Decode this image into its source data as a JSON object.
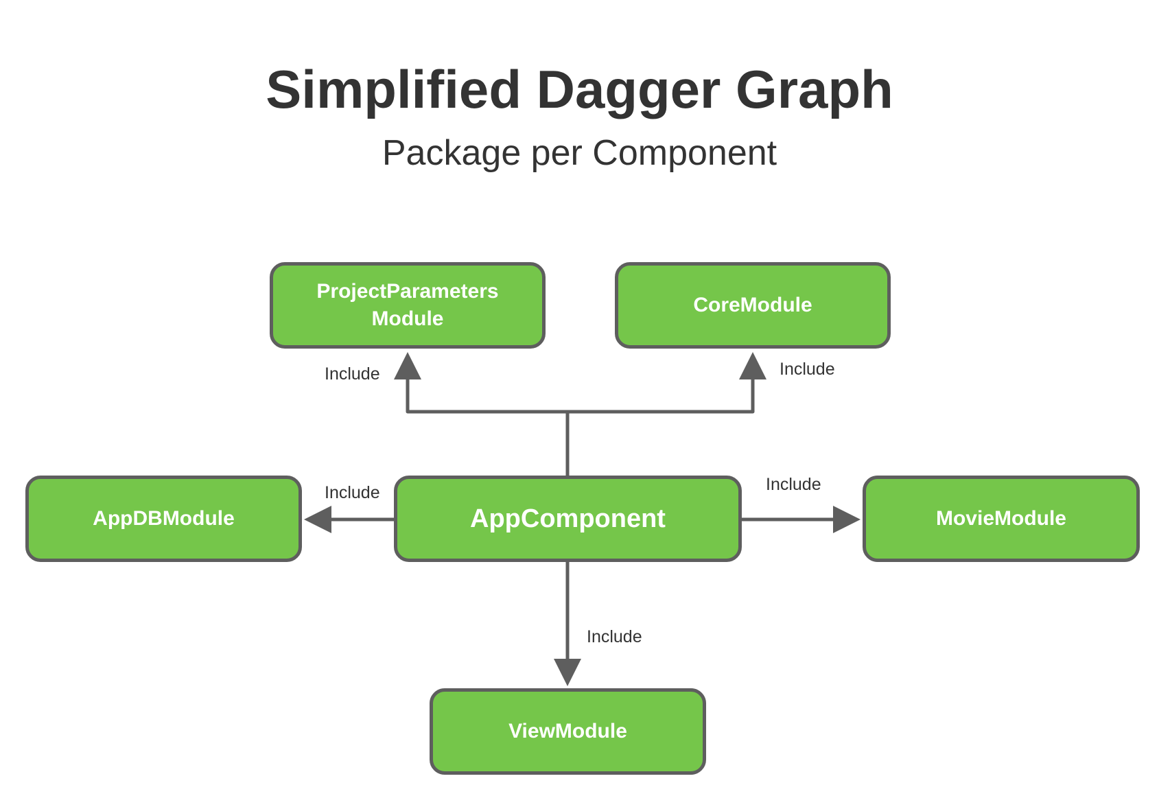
{
  "title": "Simplified Dagger Graph",
  "subtitle": "Package per Component",
  "colors": {
    "node_fill": "#75c64a",
    "node_border": "#5e5e5e",
    "connector": "#5e5e5e",
    "text": "#333333"
  },
  "nodes": {
    "app_component": "AppComponent",
    "project_parameters": "ProjectParameters\nModule",
    "core": "CoreModule",
    "app_db": "AppDBModule",
    "movie": "MovieModule",
    "view": "ViewModule"
  },
  "edges": {
    "to_project_parameters": "Include",
    "to_core": "Include",
    "to_app_db": "Include",
    "to_movie": "Include",
    "to_view": "Include"
  }
}
